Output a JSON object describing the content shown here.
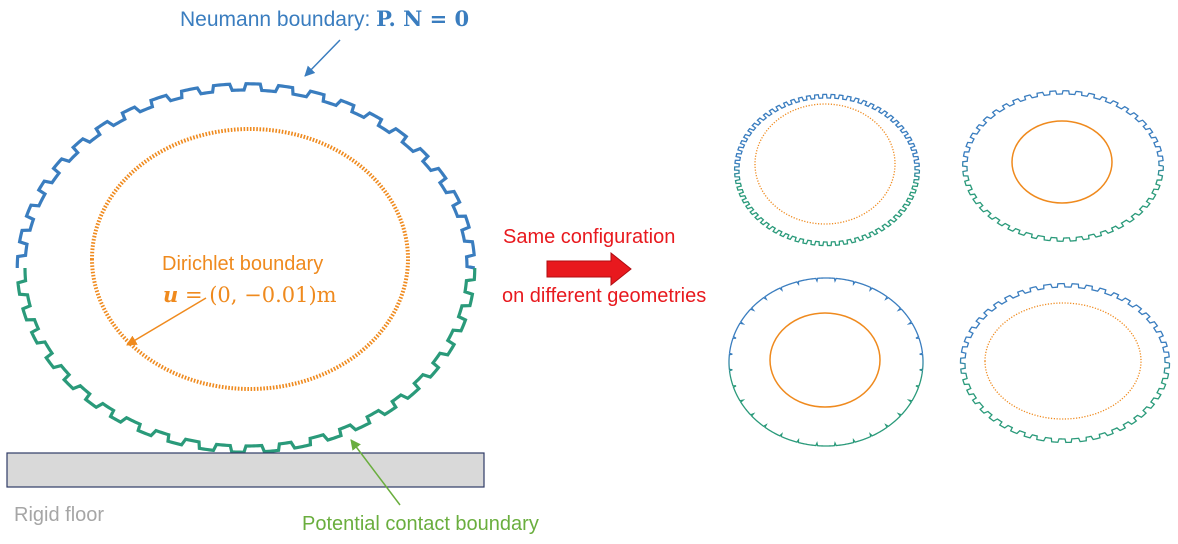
{
  "colors": {
    "neumann": "#3a7dbf",
    "dirichlet": "#ef8a1e",
    "contact": "#2a9a7a",
    "contact_label": "#6aae3e",
    "floor_fill": "#d9d9d9",
    "floor_stroke": "#2f3b66",
    "floor_label": "#a6a6a6",
    "arrow": "#e8191e",
    "text_red": "#e8191e"
  },
  "labels": {
    "neumann_text": "Neumann boundary: ",
    "neumann_eq": "P. N = 0",
    "dirichlet_title": "Dirichlet boundary",
    "dirichlet_eq_lhs": "u",
    "dirichlet_eq_rhs": " = (0, −0.01)m",
    "floor": "Rigid floor",
    "contact": "Potential contact boundary",
    "same_config": "Same configuration",
    "diff_geom": "on different geometries"
  },
  "icons": {
    "arrow": "right-arrow-icon"
  }
}
